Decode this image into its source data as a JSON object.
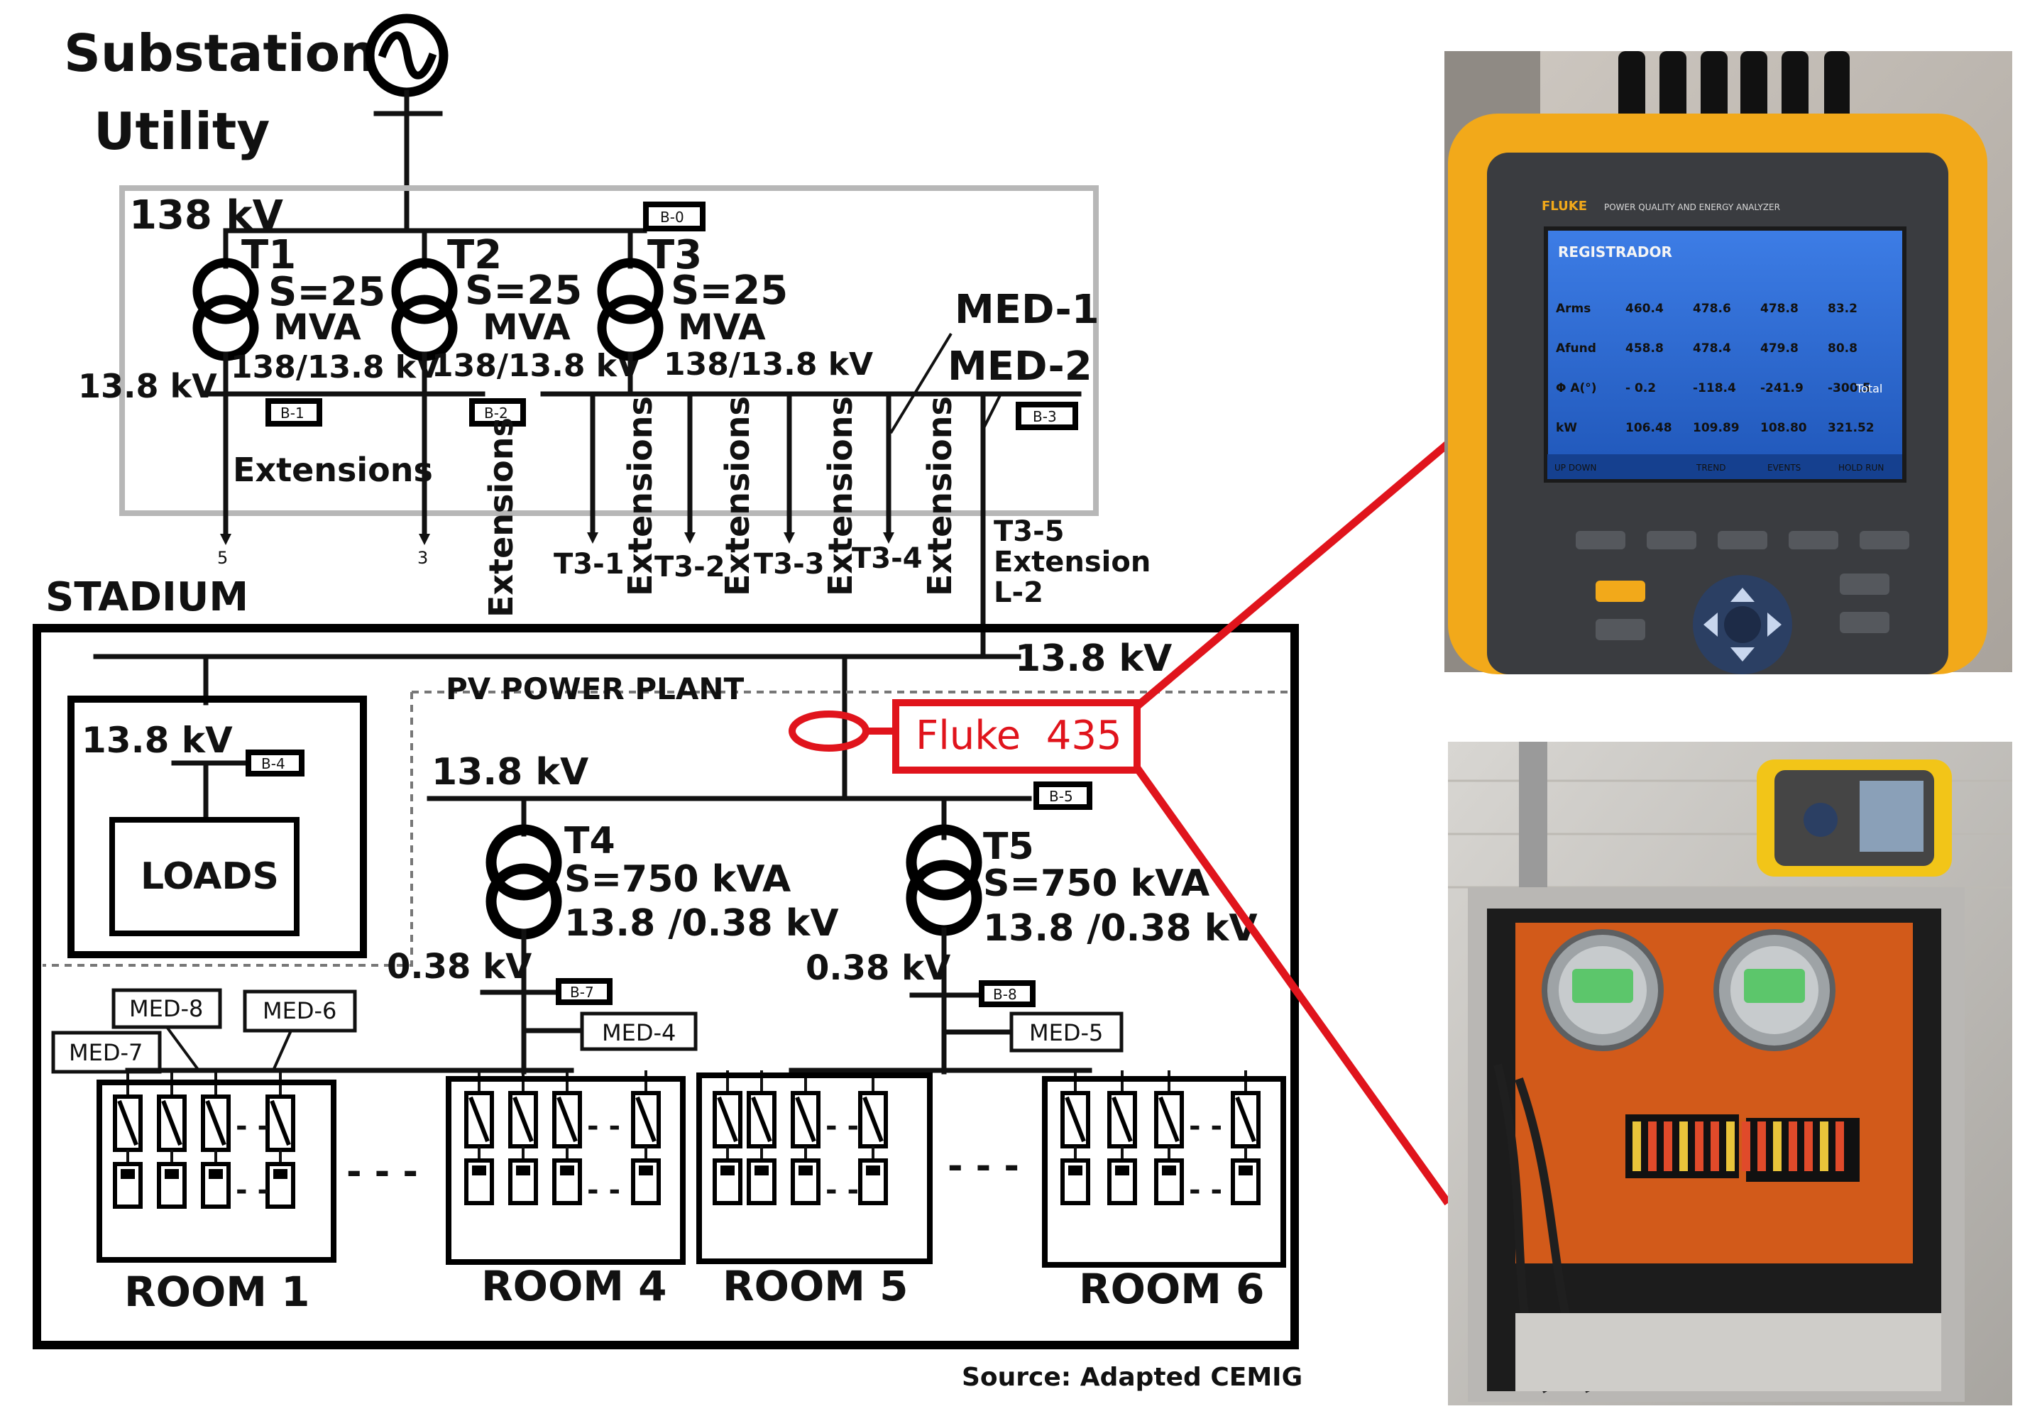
{
  "header": {
    "substation": "Substation",
    "utility": "Utility"
  },
  "substation": {
    "voltage_138": "138 kV",
    "voltage_13_8": "13.8 kV",
    "bus_b0": "B-0",
    "bus_b1": "B-1",
    "bus_b2": "B-2",
    "bus_b3": "B-3",
    "transformers": [
      {
        "name": "T1",
        "rating": "S=25",
        "unit": "MVA",
        "ratio": "138/13.8 kV"
      },
      {
        "name": "T2",
        "rating": "S=25",
        "unit": "MVA",
        "ratio": "138/13.8 kV"
      },
      {
        "name": "T3",
        "rating": "S=25",
        "unit": "MVA",
        "ratio": "138/13.8 kV"
      }
    ],
    "extensions_label": "Extensions",
    "med1": "MED-1",
    "med2": "MED-2"
  },
  "feeders": {
    "f5": "5",
    "f3": "3",
    "extensions": "Extensions",
    "t3_1": "T3-1",
    "t3_2": "T3-2",
    "t3_3": "T3-3",
    "t3_4": "T3-4",
    "t3_5": "T3-5",
    "extension": "Extension",
    "l2": "L-2"
  },
  "stadium": {
    "title": "STADIUM",
    "main_voltage": "13.8 kV",
    "loads_voltage": "13.8 kV",
    "bus_b4": "B-4",
    "loads": "LOADS",
    "pv_plant": "PV POWER PLANT",
    "pv_voltage": "13.8 kV",
    "bus_b5": "B-5",
    "fluke": "Fluke  435",
    "t4": {
      "name": "T4",
      "rating": "S=750 kVA",
      "ratio": "13.8 /0.38 kV"
    },
    "t5": {
      "name": "T5",
      "rating": "S=750 kVA",
      "ratio": "13.8 /0.38 kV"
    },
    "lv_left": "0.38 kV",
    "lv_right": "0.38 kV",
    "bus_b7": "B-7",
    "bus_b8": "B-8",
    "meters": {
      "med8": "MED-8",
      "med6": "MED-6",
      "med7": "MED-7",
      "med4": "MED-4",
      "med5": "MED-5"
    },
    "rooms": [
      "ROOM 1",
      "ROOM 4",
      "ROOM 5",
      "ROOM 6"
    ],
    "ellipsis": "- - -",
    "panel_dash": "- -"
  },
  "source": "Source: Adapted CEMIG",
  "analyzer": {
    "brand": "FLUKE",
    "model_text": "POWER QUALITY AND ENERGY ANALYZER",
    "screen_title": "REGISTRADOR",
    "rows": [
      {
        "label": "Arms",
        "values": [
          "460.4",
          "478.6",
          "478.8",
          "83.2"
        ]
      },
      {
        "label": "Afund",
        "values": [
          "458.8",
          "478.4",
          "479.8",
          "80.8"
        ]
      },
      {
        "label": "Φ A(°)",
        "values": [
          "- 0.2",
          "-118.4",
          "-241.9",
          "-300.5"
        ]
      },
      {
        "label": "kW",
        "values": [
          "106.48",
          "109.89",
          "108.80",
          "321.52"
        ]
      }
    ],
    "total": "Total",
    "softkeys": [
      "UP DOWN",
      "",
      "TREND",
      "EVENTS",
      "HOLD RUN"
    ],
    "colors": {
      "body": "#f2a91a",
      "screen": "#2f6fd8",
      "panel": "#3a3c40"
    }
  },
  "colors": {
    "accent_red": "#e0141c",
    "line": "#111111"
  }
}
